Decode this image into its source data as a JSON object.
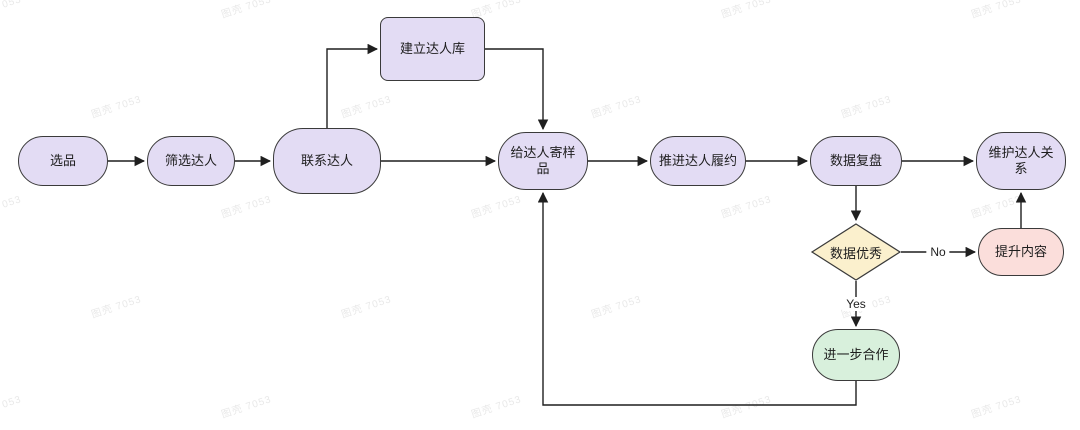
{
  "diagram": {
    "watermark": "图壳 7053",
    "nodes": {
      "select_product": "选品",
      "screen_influencers": "筛选达人",
      "contact_influencers": "联系达人",
      "build_influencer_db": "建立达人库",
      "send_samples": "给达人寄样品",
      "push_fulfillment": "推进达人履约",
      "data_review": "数据复盘",
      "maintain_relations": "维护达人关系",
      "data_excellent": "数据优秀",
      "improve_content": "提升内容",
      "further_cooperation": "进一步合作"
    },
    "edge_labels": {
      "no": "No",
      "yes": "Yes"
    },
    "colors": {
      "node_purple": "#e3dcf4",
      "node_yellow": "#fbf0cd",
      "node_pink": "#fbdedb",
      "node_green": "#d8f0dc",
      "line": "#1f1f1f"
    }
  }
}
